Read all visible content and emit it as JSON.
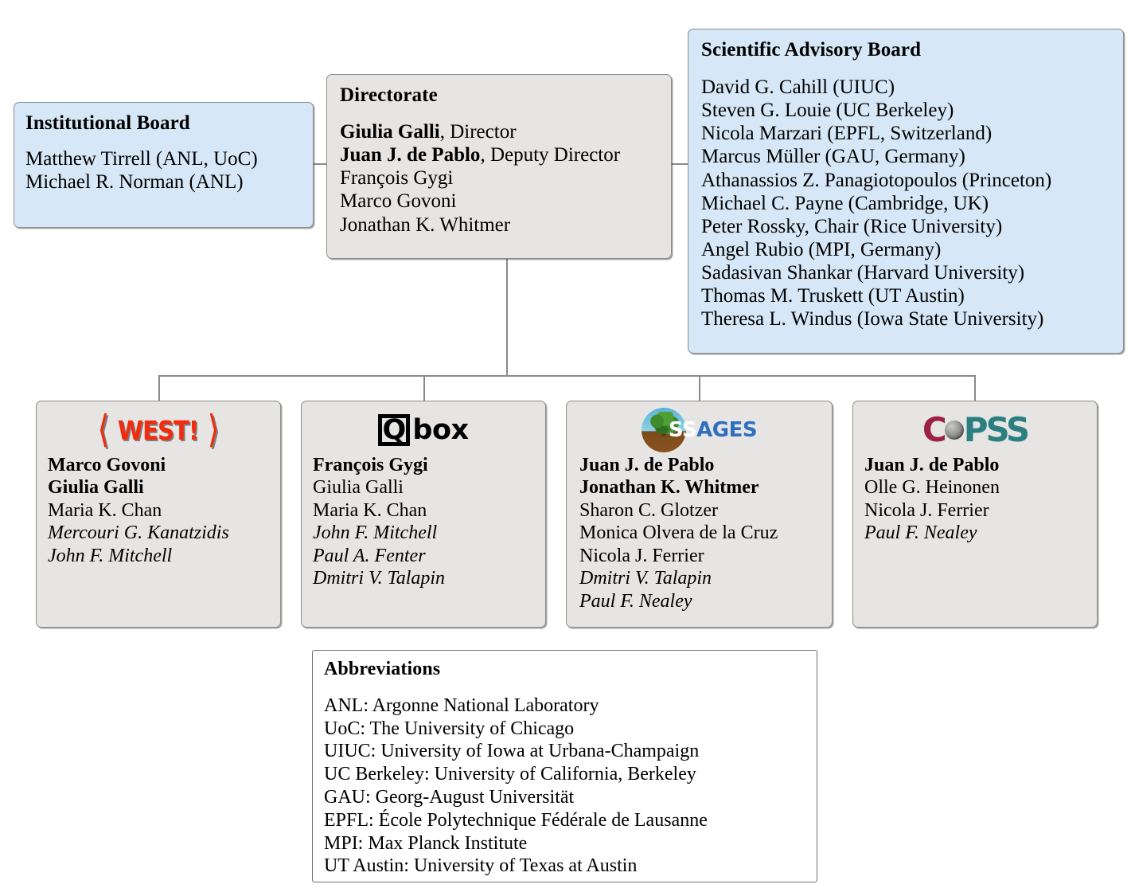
{
  "institutional_board": {
    "title": "Institutional Board",
    "members": [
      "Matthew Tirrell (ANL, UoC)",
      "Michael R. Norman (ANL)"
    ]
  },
  "directorate": {
    "title": "Directorate",
    "members": [
      {
        "name": "Giulia Galli",
        "role": ", Director",
        "style": "bold"
      },
      {
        "name": "Juan J. de Pablo",
        "role": ", Deputy Director",
        "style": "bold"
      },
      {
        "name": "François Gygi",
        "role": "",
        "style": "regular"
      },
      {
        "name": "Marco Govoni",
        "role": "",
        "style": "regular"
      },
      {
        "name": "Jonathan K. Whitmer",
        "role": "",
        "style": "regular"
      }
    ]
  },
  "advisory_board": {
    "title": "Scientific Advisory Board",
    "members": [
      "David G. Cahill (UIUC)",
      "Steven G. Louie (UC Berkeley)",
      "Nicola Marzari (EPFL, Switzerland)",
      "Marcus Müller (GAU, Germany)",
      "Athanassios Z. Panagiotopoulos (Princeton)",
      "Michael C. Payne (Cambridge, UK)",
      "Peter Rossky, Chair (Rice University)",
      "Angel Rubio (MPI, Germany)",
      "Sadasivan Shankar (Harvard University)",
      "Thomas M. Truskett (UT Austin)",
      "Theresa L. Windus (Iowa State University)"
    ]
  },
  "projects": [
    {
      "logo_name": "west-logo",
      "logo_text": "WEST!",
      "logo_bracket_left": "⟨",
      "logo_bracket_right": "⟩",
      "logo_color": "#f42a0c",
      "members": [
        {
          "name": "Marco Govoni",
          "style": "bold"
        },
        {
          "name": "Giulia Galli",
          "style": "bold"
        },
        {
          "name": "Maria K. Chan",
          "style": "regular"
        },
        {
          "name": "Mercouri G. Kanatzidis",
          "style": "italic"
        },
        {
          "name": "John F. Mitchell",
          "style": "italic"
        }
      ]
    },
    {
      "logo_name": "qbox-logo",
      "logo_letter": "Q",
      "logo_word": "box",
      "logo_color": "#000000",
      "members": [
        {
          "name": "François Gygi",
          "style": "bold"
        },
        {
          "name": "Giulia Galli",
          "style": "regular"
        },
        {
          "name": "Maria K. Chan",
          "style": "regular"
        },
        {
          "name": "John F. Mitchell",
          "style": "italic"
        },
        {
          "name": "Paul A. Fenter",
          "style": "italic"
        },
        {
          "name": "Dmitri V. Talapin",
          "style": "italic"
        }
      ]
    },
    {
      "logo_name": "ssages-logo",
      "logo_text_first": "SS",
      "logo_text_rest": "AGES",
      "logo_color": "#2f6fbf",
      "members": [
        {
          "name": "Juan J. de Pablo",
          "style": "bold"
        },
        {
          "name": "Jonathan K. Whitmer",
          "style": "bold"
        },
        {
          "name": "Sharon C. Glotzer",
          "style": "regular"
        },
        {
          "name": "Monica Olvera de la Cruz",
          "style": "regular"
        },
        {
          "name": "Nicola J. Ferrier",
          "style": "regular"
        },
        {
          "name": "Dmitri V. Talapin",
          "style": "italic"
        },
        {
          "name": "Paul F. Nealey",
          "style": "italic"
        }
      ]
    },
    {
      "logo_name": "copss-logo",
      "logo_text_c": "C",
      "logo_text_pss": "PSS",
      "logo_color_c": "#9c2144",
      "logo_color_pss": "#2c7f80",
      "members": [
        {
          "name": "Juan J. de Pablo",
          "style": "bold"
        },
        {
          "name": "Olle G. Heinonen",
          "style": "regular"
        },
        {
          "name": "Nicola J. Ferrier",
          "style": "regular"
        },
        {
          "name": "Paul F. Nealey",
          "style": "italic"
        }
      ]
    }
  ],
  "abbreviations": {
    "title": "Abbreviations",
    "entries": [
      "ANL: Argonne National Laboratory",
      "UoC: The University of Chicago",
      "UIUC: University of Iowa at Urbana-Champaign",
      "UC Berkeley: University of California, Berkeley",
      "GAU: Georg-August Universität",
      "EPFL: École Polytechnique Fédérale de Lausanne",
      "MPI: Max Planck Institute",
      "UT Austin: University of Texas at Austin"
    ]
  },
  "colors": {
    "board_fill": "#d6e7f7",
    "box_fill": "#e6e5e4",
    "box_border": "#8c8c8c",
    "connector": "#8a8a8a",
    "abbrev_fill": "#ffffff"
  }
}
